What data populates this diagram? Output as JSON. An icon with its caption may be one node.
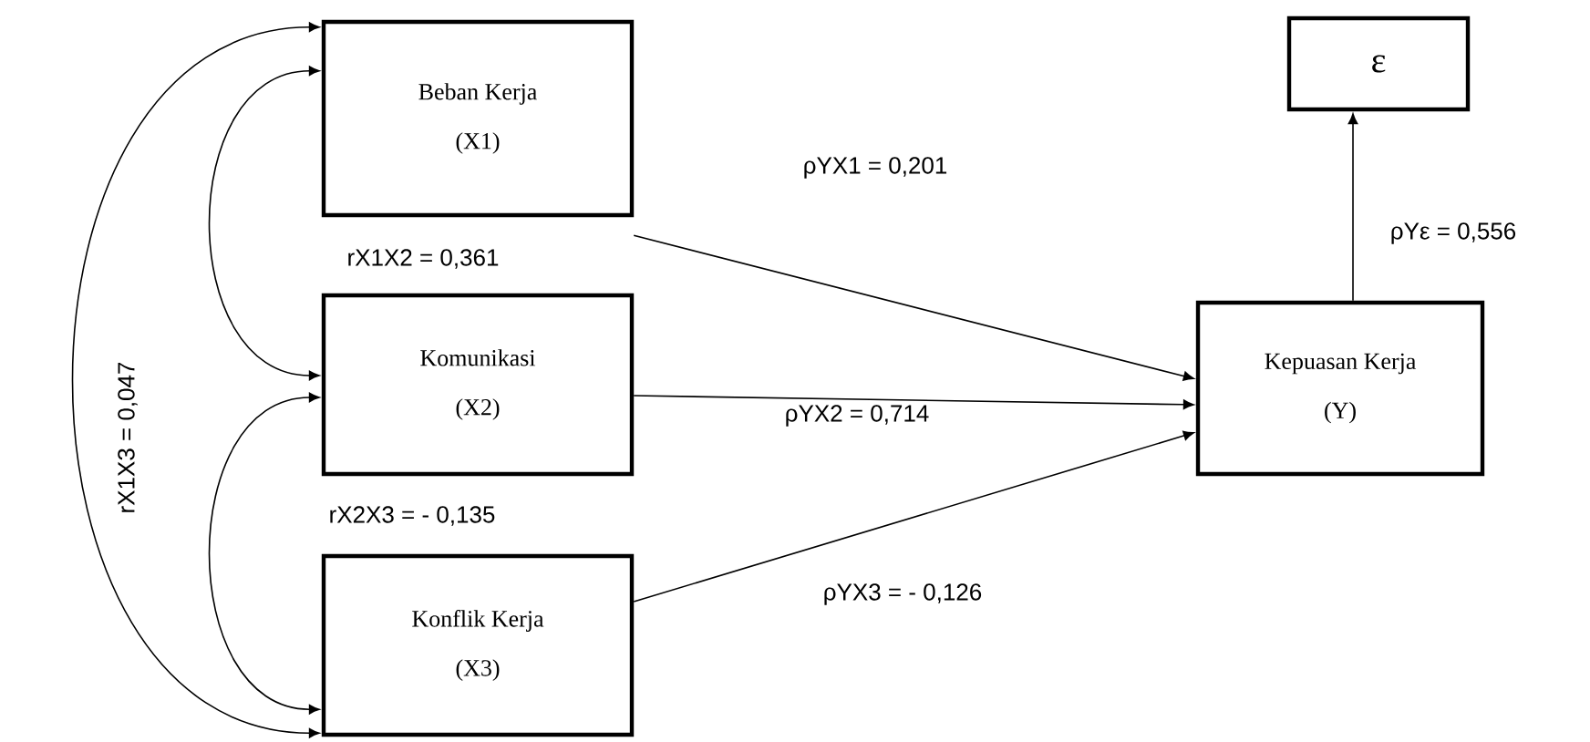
{
  "diagram": {
    "nodes": [
      {
        "text": [
          "Beban Kerja",
          "(X1)"
        ]
      },
      {
        "text": [
          "Komunikasi",
          "(X2)"
        ]
      },
      {
        "text": [
          "Konflik Kerja",
          "(X3)"
        ]
      },
      {
        "text": [
          "Kepuasan Kerja",
          "(Y)"
        ]
      },
      {
        "text": [
          "ε"
        ]
      }
    ],
    "edges": [
      {
        "from": 0,
        "to": 3,
        "arrow": "to",
        "label": "ρYX1 = 0,201"
      },
      {
        "from": 1,
        "to": 3,
        "arrow": "to",
        "label": "ρYX2 = 0,714"
      },
      {
        "from": 2,
        "to": 3,
        "arrow": "to",
        "label": "ρYX3 = - 0,126"
      },
      {
        "from": 3,
        "to": 4,
        "arrow": "to",
        "label": "ρYε = 0,556"
      },
      {
        "from": 0,
        "to": 1,
        "arrow": "both",
        "label": "rX1X2 = 0,361"
      },
      {
        "from": 1,
        "to": 2,
        "arrow": "both",
        "label": "rX2X3 = - 0,135"
      },
      {
        "from": 0,
        "to": 2,
        "arrow": "both",
        "label": "rX1X3 = 0,047"
      }
    ]
  }
}
